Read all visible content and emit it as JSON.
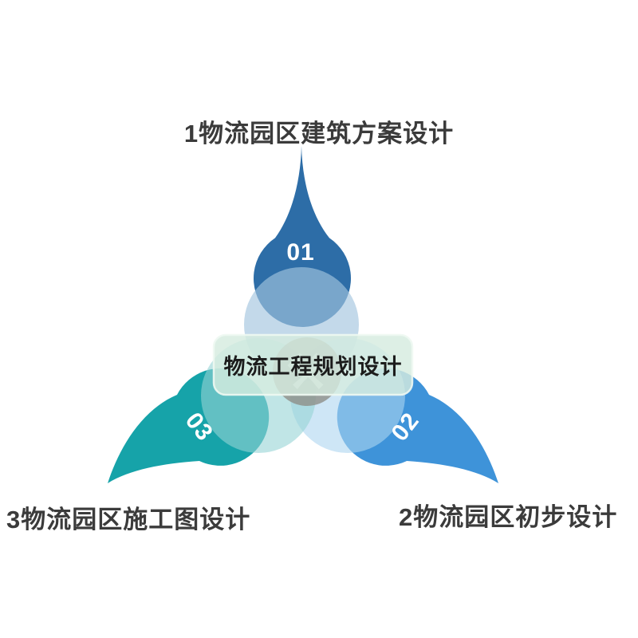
{
  "center": {
    "label": "物流工程规划设计",
    "icon": "hammer-and-pick-icon",
    "icon_glyph": "⚒",
    "panel_fill": "#d5ecdf",
    "panel_border": "#eef8f2",
    "badge_color": "#8f8e88"
  },
  "nodes": [
    {
      "number": "01",
      "label": "1物流园区建筑方案设计",
      "position": "top",
      "color": "#2d6da7",
      "halo": "rgba(163,196,223,0.65)"
    },
    {
      "number": "02",
      "label": "2物流园区初步设计",
      "position": "bottom-right",
      "color": "#3e93d9",
      "halo": "rgba(173,213,240,0.60)"
    },
    {
      "number": "03",
      "label": "3物流园区施工图设计",
      "position": "bottom-left",
      "color": "#16a3a9",
      "halo": "rgba(150,212,214,0.60)"
    }
  ],
  "text_color": "#3b3b3b"
}
